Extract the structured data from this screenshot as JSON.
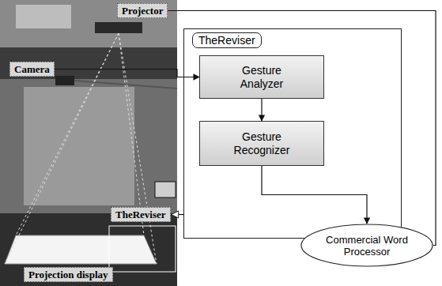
{
  "diagram": {
    "nodes": [
      {
        "text": [
          "Projector"
        ]
      },
      {
        "text": [
          "Camera"
        ]
      },
      {
        "text": [
          "TheReviser"
        ]
      },
      {
        "text": [
          "Gesture Analyzer"
        ],
        "in": 2
      },
      {
        "text": [
          "Gesture Recognizer"
        ],
        "in": 2
      },
      {
        "text": [
          "TheReviser"
        ]
      },
      {
        "text": [
          "Commercial Word Processor"
        ]
      },
      {
        "text": [
          "Projection display"
        ]
      }
    ],
    "edges": [
      {
        "from": 1,
        "to": 3,
        "arrow": "to"
      },
      {
        "from": 3,
        "to": 4,
        "arrow": "to"
      },
      {
        "from": 4,
        "to": 6,
        "arrow": "to"
      },
      {
        "from": 6,
        "to": 0,
        "arrow": "none"
      },
      {
        "from": 2,
        "to": 5,
        "arrow": "to"
      }
    ]
  }
}
